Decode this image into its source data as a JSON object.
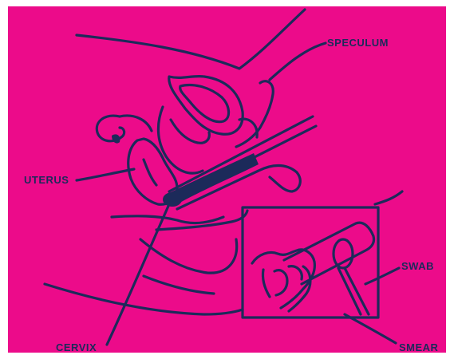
{
  "colors": {
    "background": "#ec0b8a",
    "ink": "#1c2a5a",
    "frame": "#ffffff"
  },
  "labels": {
    "speculum": "SPECULUM",
    "uterus": "UTERUS",
    "cervix": "CERVIX",
    "swab": "SWAB",
    "smear": "SMEAR"
  }
}
